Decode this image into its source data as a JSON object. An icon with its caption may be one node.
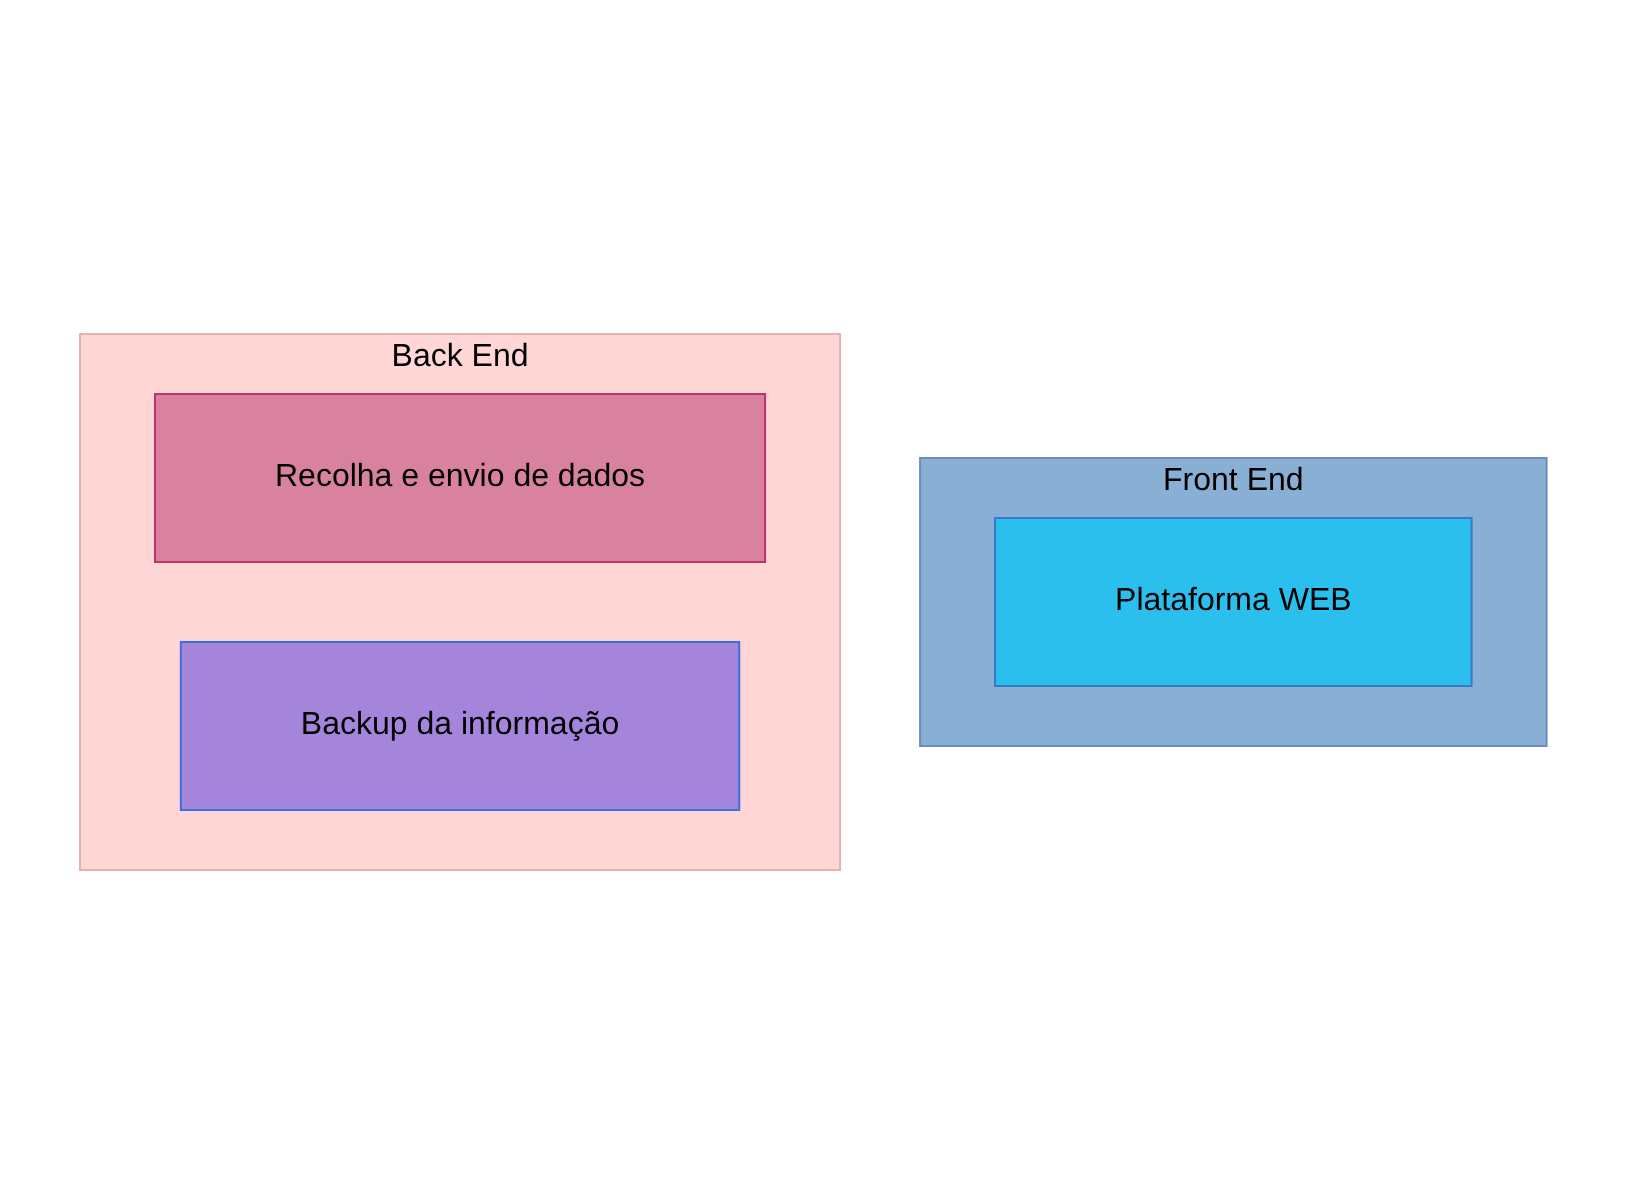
{
  "diagram": {
    "nodes": [
      {
        "text": [
          "Front End"
        ]
      },
      {
        "text": [
          "Plataforma WEB"
        ],
        "in": 0
      },
      {
        "text": [
          "Back End"
        ]
      },
      {
        "text": [
          "Recolha e envio de dados"
        ],
        "in": 2
      },
      {
        "text": [
          "Backup da informação"
        ],
        "in": 2
      }
    ],
    "edges": []
  }
}
